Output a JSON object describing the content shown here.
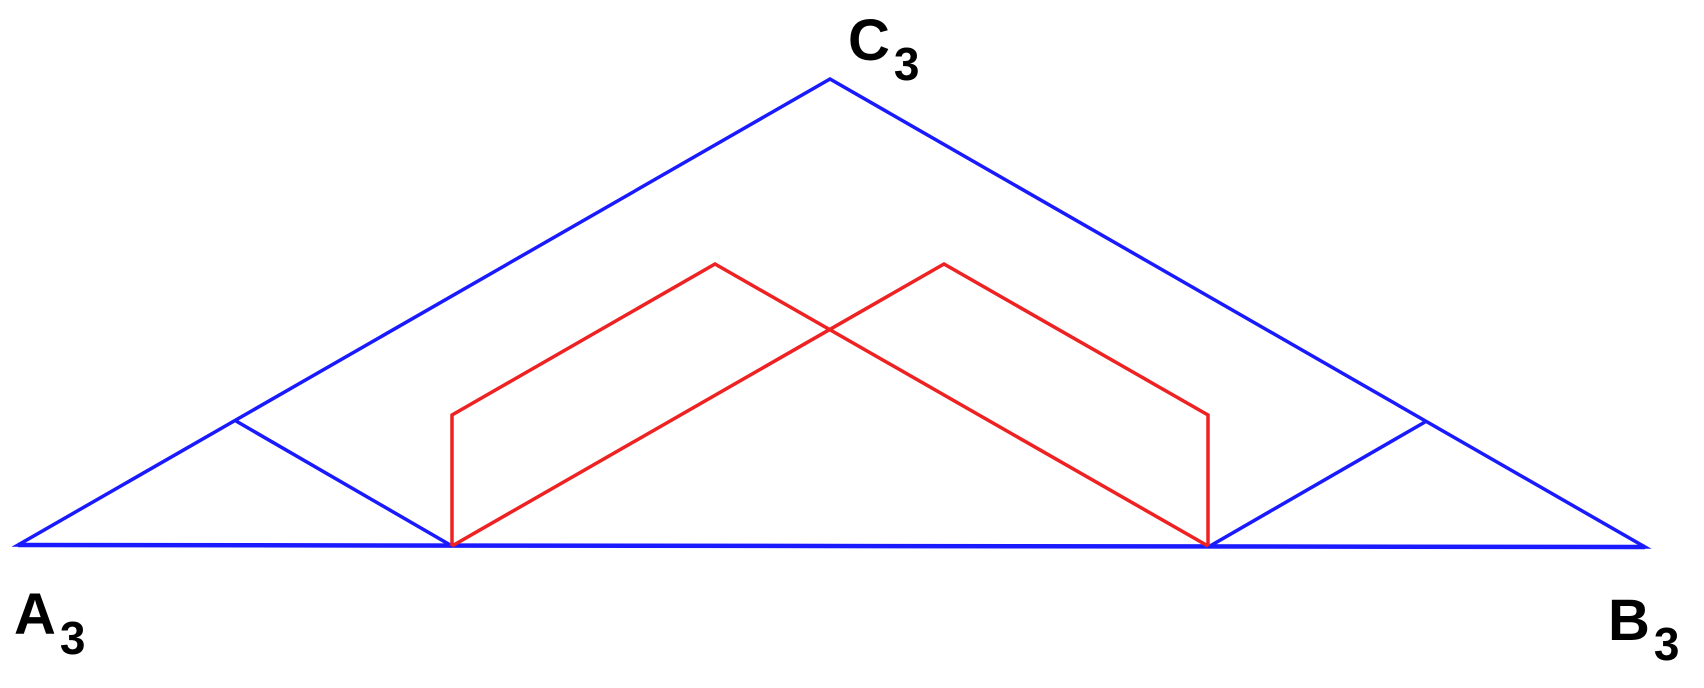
{
  "labels": {
    "c3": {
      "letter": "C",
      "sub": "3"
    },
    "a3": {
      "letter": "A",
      "sub": "3"
    },
    "b3": {
      "letter": "B",
      "sub": "3"
    }
  },
  "colors": {
    "outer_triangle": "#1a1aff",
    "inner_figure": "#ee2222",
    "text": "#000000",
    "background": "#ffffff"
  }
}
